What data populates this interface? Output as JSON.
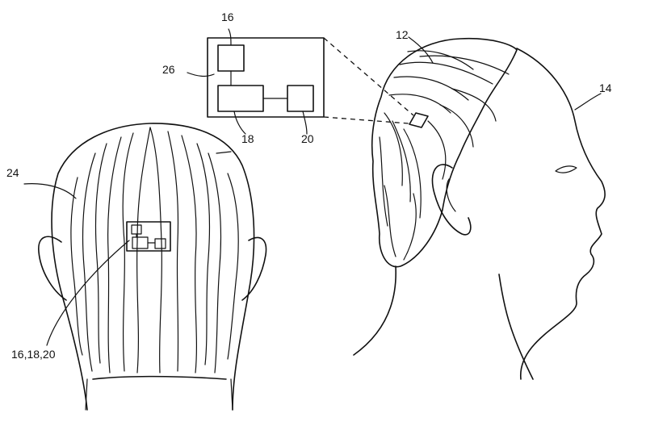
{
  "labels": {
    "n16": "16",
    "n12": "12",
    "n14": "14",
    "n26": "26",
    "n18": "18",
    "n20": "20",
    "n24": "24",
    "n161820": "16,18,20"
  }
}
